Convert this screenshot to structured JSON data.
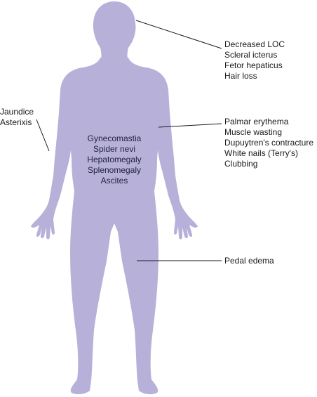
{
  "colors": {
    "body_fill": "#b7b1da",
    "line": "#1a1a1a",
    "text": "#1a1a1a"
  },
  "labels": {
    "head": [
      "Decreased LOC",
      "Scleral icterus",
      "Fetor hepaticus",
      "Hair loss"
    ],
    "arm_left": [
      "Jaundice",
      "Asterixis"
    ],
    "torso": [
      "Gynecomastia",
      "Spider nevi",
      "Hepatomegaly",
      "Splenomegaly",
      "Ascites"
    ],
    "hand_right": [
      "Palmar erythema",
      "Muscle wasting",
      "Dupuytren's contracture",
      "White nails (Terry's)",
      "Clubbing"
    ],
    "leg": [
      "Pedal edema"
    ]
  }
}
